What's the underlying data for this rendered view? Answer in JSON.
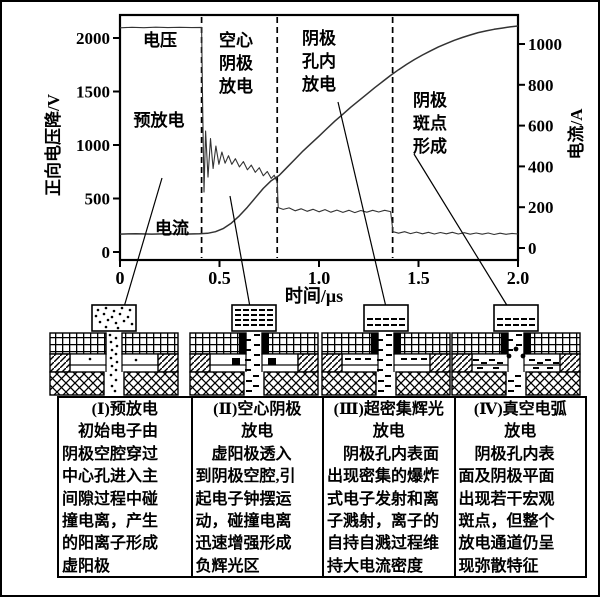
{
  "chart": {
    "region_phase_count": 4,
    "curve_names": [
      "电压",
      "电流"
    ]
  },
  "chart_data": {
    "type": "line",
    "title": "",
    "xlabel": "时间/μs",
    "ylabel_left": "正向电压降/V",
    "ylabel_right": "电流/A",
    "xlim": [
      0,
      2.0
    ],
    "ylim_left": [
      0,
      2000
    ],
    "ylim_right": [
      0,
      1000
    ],
    "x_ticks": [
      0,
      0.5,
      1.0,
      1.5,
      2.0
    ],
    "x_tick_labels": [
      "0",
      "0.5",
      "1.0",
      "1.5",
      "2.0"
    ],
    "y_left_ticks": [
      0,
      500,
      1000,
      1500,
      2000
    ],
    "y_left_tick_labels": [
      "0",
      "500",
      "1000",
      "1500",
      "2000"
    ],
    "y_right_ticks": [
      0,
      200,
      400,
      600,
      800,
      1000
    ],
    "y_right_tick_labels": [
      "0",
      "200",
      "400",
      "600",
      "800",
      "1000"
    ],
    "grid": false,
    "phase_boundaries_us": [
      0.41,
      0.79,
      1.37
    ],
    "annotations": [
      {
        "text": "电压",
        "x": 158,
        "y": 44,
        "lh": 23
      },
      {
        "text": "预放电",
        "x": 157,
        "y": 124,
        "lh": 23
      },
      {
        "text": "空心\n阴极\n放电",
        "x": 234,
        "y": 44,
        "lh": 23
      },
      {
        "text": "阴极\n孔内\n放电",
        "x": 317,
        "y": 42,
        "lh": 23
      },
      {
        "text": "阴极\n斑点\n形成",
        "x": 428,
        "y": 104,
        "lh": 23
      },
      {
        "text": "电流",
        "x": 170,
        "y": 232,
        "lh": 23
      }
    ],
    "series": [
      {
        "name": "电压",
        "axis": "left",
        "points": [
          [
            0,
            2095
          ],
          [
            0.06,
            2100
          ],
          [
            0.12,
            2096
          ],
          [
            0.18,
            2101
          ],
          [
            0.24,
            2097
          ],
          [
            0.3,
            2100
          ],
          [
            0.36,
            2097
          ],
          [
            0.41,
            2099
          ],
          [
            0.415,
            1400
          ],
          [
            0.422,
            560
          ],
          [
            0.43,
            1130
          ],
          [
            0.442,
            700
          ],
          [
            0.455,
            1060
          ],
          [
            0.468,
            780
          ],
          [
            0.482,
            990
          ],
          [
            0.497,
            820
          ],
          [
            0.512,
            935
          ],
          [
            0.528,
            830
          ],
          [
            0.545,
            900
          ],
          [
            0.562,
            820
          ],
          [
            0.58,
            872
          ],
          [
            0.6,
            795
          ],
          [
            0.62,
            845
          ],
          [
            0.64,
            768
          ],
          [
            0.66,
            812
          ],
          [
            0.68,
            745
          ],
          [
            0.7,
            788
          ],
          [
            0.72,
            712
          ],
          [
            0.74,
            752
          ],
          [
            0.76,
            688
          ],
          [
            0.775,
            718
          ],
          [
            0.79,
            652
          ],
          [
            0.795,
            415
          ],
          [
            0.82,
            398
          ],
          [
            0.85,
            412
          ],
          [
            0.88,
            385
          ],
          [
            0.91,
            404
          ],
          [
            0.94,
            380
          ],
          [
            0.97,
            399
          ],
          [
            1.0,
            376
          ],
          [
            1.03,
            396
          ],
          [
            1.06,
            372
          ],
          [
            1.09,
            392
          ],
          [
            1.12,
            370
          ],
          [
            1.15,
            390
          ],
          [
            1.18,
            368
          ],
          [
            1.21,
            388
          ],
          [
            1.24,
            372
          ],
          [
            1.27,
            390
          ],
          [
            1.3,
            374
          ],
          [
            1.33,
            390
          ],
          [
            1.36,
            378
          ],
          [
            1.372,
            190
          ],
          [
            1.4,
            176
          ],
          [
            1.43,
            190
          ],
          [
            1.46,
            172
          ],
          [
            1.49,
            186
          ],
          [
            1.52,
            170
          ],
          [
            1.55,
            184
          ],
          [
            1.58,
            168
          ],
          [
            1.61,
            182
          ],
          [
            1.64,
            170
          ],
          [
            1.67,
            184
          ],
          [
            1.7,
            168
          ],
          [
            1.73,
            180
          ],
          [
            1.76,
            166
          ],
          [
            1.79,
            178
          ],
          [
            1.82,
            166
          ],
          [
            1.85,
            178
          ],
          [
            1.88,
            164
          ],
          [
            1.91,
            176
          ],
          [
            1.94,
            165
          ],
          [
            1.97,
            174
          ],
          [
            2.0,
            168
          ]
        ]
      },
      {
        "name": "电流",
        "axis": "right",
        "points": [
          [
            0,
            68
          ],
          [
            0.08,
            70
          ],
          [
            0.16,
            68
          ],
          [
            0.24,
            70
          ],
          [
            0.32,
            68
          ],
          [
            0.4,
            70
          ],
          [
            0.44,
            72
          ],
          [
            0.48,
            80
          ],
          [
            0.52,
            96
          ],
          [
            0.56,
            122
          ],
          [
            0.6,
            158
          ],
          [
            0.64,
            200
          ],
          [
            0.68,
            246
          ],
          [
            0.72,
            292
          ],
          [
            0.76,
            330
          ],
          [
            0.8,
            356
          ],
          [
            0.84,
            396
          ],
          [
            0.88,
            436
          ],
          [
            0.92,
            476
          ],
          [
            0.96,
            512
          ],
          [
            1.0,
            548
          ],
          [
            1.04,
            586
          ],
          [
            1.08,
            622
          ],
          [
            1.12,
            656
          ],
          [
            1.16,
            690
          ],
          [
            1.2,
            722
          ],
          [
            1.24,
            754
          ],
          [
            1.28,
            786
          ],
          [
            1.32,
            816
          ],
          [
            1.36,
            846
          ],
          [
            1.4,
            874
          ],
          [
            1.44,
            900
          ],
          [
            1.48,
            924
          ],
          [
            1.52,
            946
          ],
          [
            1.56,
            966
          ],
          [
            1.6,
            986
          ],
          [
            1.64,
            1002
          ],
          [
            1.68,
            1018
          ],
          [
            1.72,
            1032
          ],
          [
            1.76,
            1044
          ],
          [
            1.8,
            1056
          ],
          [
            1.84,
            1064
          ],
          [
            1.88,
            1072
          ],
          [
            1.92,
            1078
          ],
          [
            1.96,
            1084
          ],
          [
            2.0,
            1088
          ]
        ]
      }
    ]
  },
  "schematics": [
    {
      "id": "I",
      "top_fill": "dots",
      "channel_fill": "dots",
      "liner": false,
      "lower_blacks": false,
      "spots": false,
      "cavity_fill": "none",
      "bottom_gap_fill": "dots"
    },
    {
      "id": "II",
      "top_fill": "dashes4",
      "channel_fill": "dashes",
      "liner": true,
      "lower_blacks": true,
      "spots": false,
      "cavity_fill": "none",
      "bottom_gap_fill": "dashes"
    },
    {
      "id": "III",
      "top_fill": "dashes2",
      "channel_fill": "dashes",
      "liner": true,
      "lower_blacks": false,
      "spots": false,
      "cavity_fill": "dashes",
      "bottom_gap_fill": "dashes"
    },
    {
      "id": "IV",
      "top_fill": "dashes2",
      "channel_fill": "dashes-short",
      "liner": true,
      "lower_blacks": false,
      "spots": true,
      "cavity_fill": "dashes-wide",
      "bottom_gap_fill": "dashes"
    }
  ],
  "table": {
    "cells": [
      {
        "heading": "(Ⅰ)预放电",
        "body": "初始电子由\n阴极空腔穿过\n中心孔进入主\n间隙过程中碰\n撞电离，产生\n的阳离子形成\n虚阳极"
      },
      {
        "heading": "(Ⅱ)空心阴极\n放电",
        "body": "虚阳极透入\n到阴极空腔,引\n起电子钟摆运\n动，碰撞电离\n迅速增强形成\n负辉光区"
      },
      {
        "heading": "(Ⅲ)超密集辉光\n放电",
        "body": "阴极孔内表面\n出现密集的爆炸\n式电子发射和离\n子溅射，离子的\n自持自溅过程维\n持大电流密度"
      },
      {
        "heading": "(Ⅳ)真空电弧\n放电",
        "body": "阴极孔内表\n面及阴极平面\n出现若干宏观\n斑点，但整个\n放电通道仍呈\n现弥散特征"
      }
    ]
  }
}
